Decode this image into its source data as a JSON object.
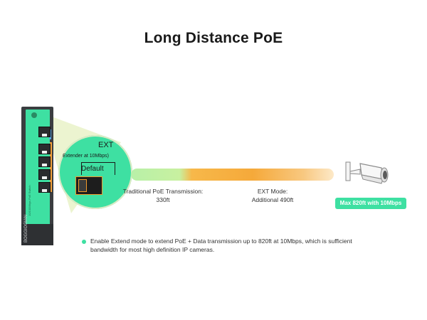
{
  "title": "Long Distance PoE",
  "device": {
    "brand_text": "BOGGIOGIAN",
    "side_text": "10/100Mbps PoE Switch"
  },
  "zoom": {
    "ext_label": "EXT",
    "ext_sub": "Extender at 10Mbps)",
    "default_label": "Default"
  },
  "transmission": {
    "traditional_label": "Traditional PoE Transmission:",
    "traditional_value": "330ft",
    "ext_label": "EXT Mode:",
    "ext_value": "Additional 490ft",
    "traditional_fraction": 0.29
  },
  "badge": "Max 820ft with 10Mbps",
  "description": "Enable Extend mode to extend PoE + Data transmission up to 820ft at 10Mbps, which is sufficient bandwidth for most high definition IP cameras.",
  "colors": {
    "accent_green": "#3ee0a2",
    "accent_orange": "#f5a93a",
    "device_dark": "#3a3d40"
  },
  "icons": [
    "poe-switch-illustration",
    "security-camera-icon",
    "bullet-dot-icon"
  ]
}
